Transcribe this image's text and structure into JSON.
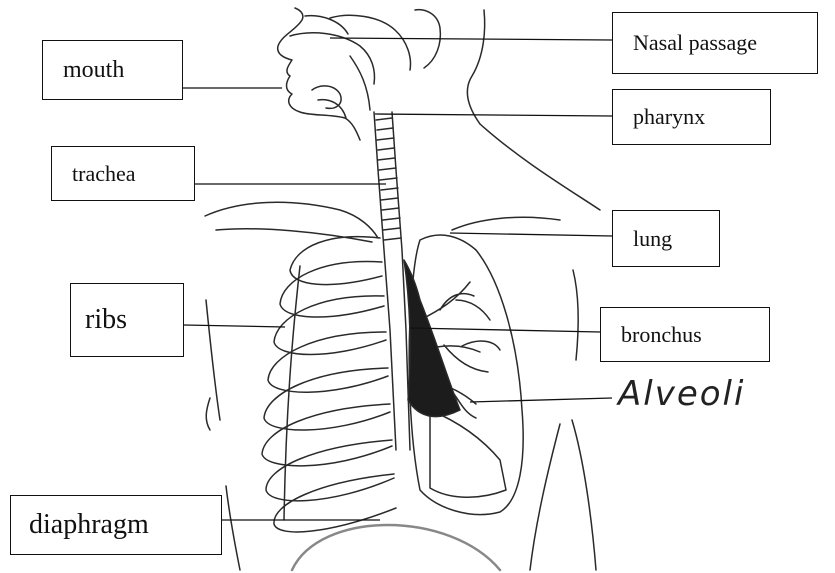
{
  "diagram": {
    "labels": {
      "mouth": "mouth",
      "nasal_passage": "Nasal passage",
      "pharynx": "pharynx",
      "trachea": "trachea",
      "lung": "lung",
      "ribs": "ribs",
      "bronchus": "bronchus",
      "alveoli": "Alveoli",
      "diaphragm": "diaphragm"
    }
  }
}
